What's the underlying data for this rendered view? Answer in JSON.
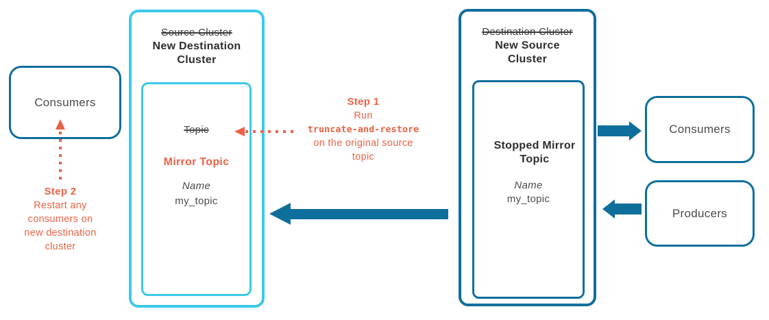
{
  "diagram": {
    "left_consumers": {
      "label": "Consumers"
    },
    "left_cluster": {
      "old_title": "Source Cluster",
      "new_title": "New Destination Cluster",
      "topic": {
        "old_label": "Topic",
        "new_label": "Mirror Topic",
        "name_label": "Name",
        "name_value": "my_topic"
      }
    },
    "right_cluster": {
      "old_title": "Destination Cluster",
      "new_title": "New Source Cluster",
      "topic": {
        "label": "Stopped Mirror Topic",
        "name_label": "Name",
        "name_value": "my_topic"
      }
    },
    "right_consumers": {
      "label": "Consumers"
    },
    "right_producers": {
      "label": "Producers"
    },
    "step1": {
      "title": "Step 1",
      "run_label": "Run",
      "command": "truncate-and-restore",
      "desc_line1": "on the original source",
      "desc_line2": "topic"
    },
    "step2": {
      "title": "Step 2",
      "lines": [
        "Restart any",
        "consumers on",
        "new destination",
        "cluster"
      ]
    },
    "colors": {
      "cyan_border": "#3bc9ea",
      "teal_border": "#0e6e9c",
      "orange_accent": "#eb6247",
      "label_text": "#4a4a4a",
      "heading_text": "#2d2d2d"
    }
  }
}
